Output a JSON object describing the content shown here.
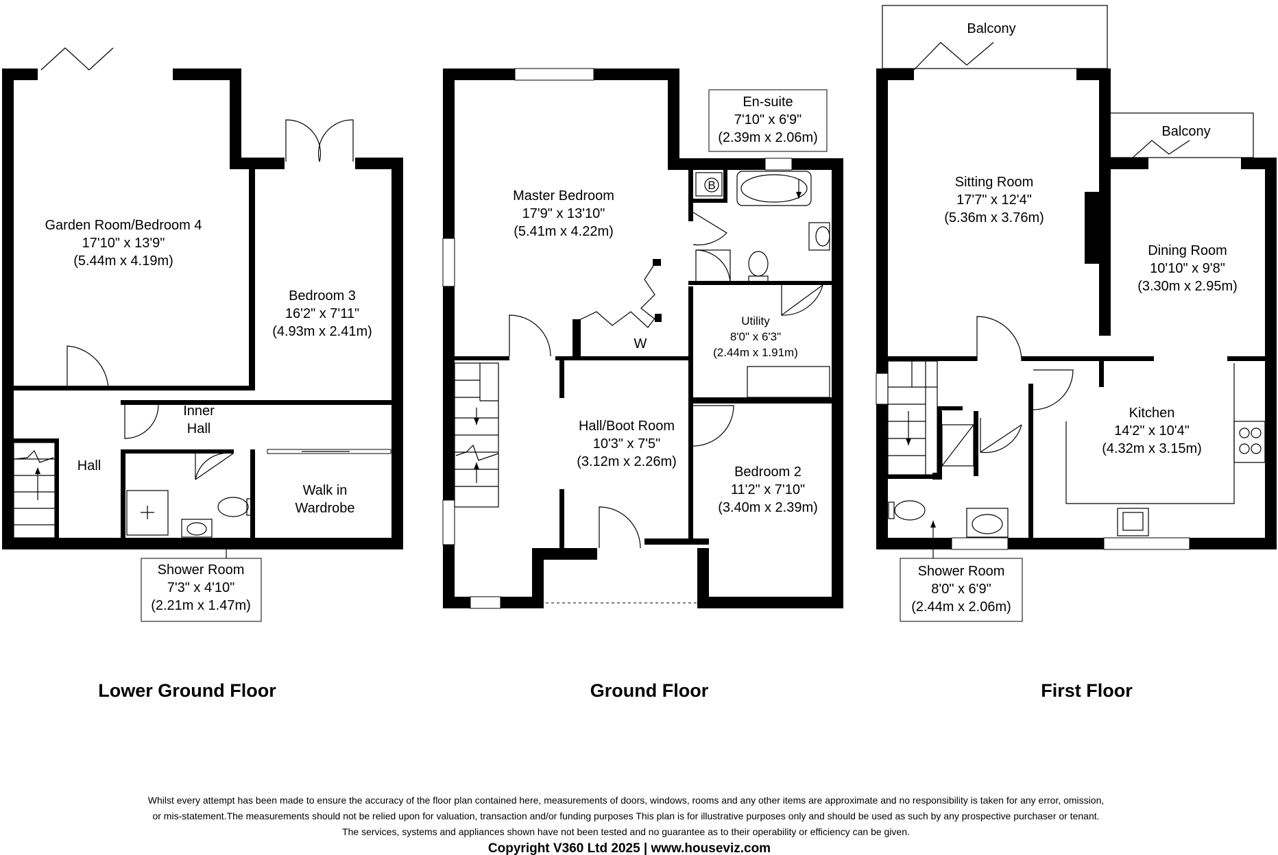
{
  "floors": {
    "lower": {
      "title": "Lower Ground Floor",
      "rooms": {
        "garden_room": [
          "Garden Room/Bedroom 4",
          "17'10\" x 13'9\"",
          "(5.44m x 4.19m)"
        ],
        "bedroom3": [
          "Bedroom 3",
          "16'2\" x 7'11\"",
          "(4.93m x 2.41m)"
        ],
        "inner_hall": [
          "Inner",
          "Hall"
        ],
        "hall": [
          "Hall"
        ],
        "walk_in_wardrobe": [
          "Walk in",
          "Wardrobe"
        ],
        "shower_room": [
          "Shower Room",
          "7'3\" x 4'10\"",
          "(2.21m x 1.47m)"
        ]
      }
    },
    "ground": {
      "title": "Ground Floor",
      "rooms": {
        "master_bedroom": [
          "Master Bedroom",
          "17'9\" x 13'10\"",
          "(5.41m x 4.22m)"
        ],
        "en_suite": [
          "En-suite",
          "7'10\" x 6'9\"",
          "(2.39m x 2.06m)"
        ],
        "utility": [
          "Utility",
          "8'0\" x 6'3\"",
          "(2.44m x 1.91m)"
        ],
        "hall_boot_room": [
          "Hall/Boot Room",
          "10'3\" x 7'5\"",
          "(3.12m x 2.26m)"
        ],
        "bedroom2": [
          "Bedroom 2",
          "11'2\" x 7'10\"",
          "(3.40m x 2.39m)"
        ],
        "wardrobe_marker": "W",
        "boiler_marker": "B"
      }
    },
    "first": {
      "title": "First Floor",
      "rooms": {
        "balcony1": "Balcony",
        "balcony2": "Balcony",
        "sitting_room": [
          "Sitting Room",
          "17'7\" x 12'4\"",
          "(5.36m x 3.76m)"
        ],
        "dining_room": [
          "Dining Room",
          "10'10\" x 9'8\"",
          "(3.30m x 2.95m)"
        ],
        "kitchen": [
          "Kitchen",
          "14'2\" x 10'4\"",
          "(4.32m x 3.15m)"
        ],
        "shower_room": [
          "Shower Room",
          "8'0\" x 6'9\"",
          "(2.44m x 2.06m)"
        ]
      }
    }
  },
  "disclaimer": [
    "Whilst every attempt has been made to ensure the accuracy of the floor plan contained here, measurements of doors, windows, rooms and any other items are approximate and no responsibility is taken for any error, omission,",
    "or mis-statement.The measurements should not be relied upon for valuation, transaction and/or funding purposes This plan is for illustrative purposes only and should be used as such by any prospective purchaser or tenant.",
    "The services, systems and appliances shown have not been tested and no guarantee as to their operability or efficiency can be given."
  ],
  "copyright": "Copyright V360 Ltd 2025 | www.houseviz.com"
}
